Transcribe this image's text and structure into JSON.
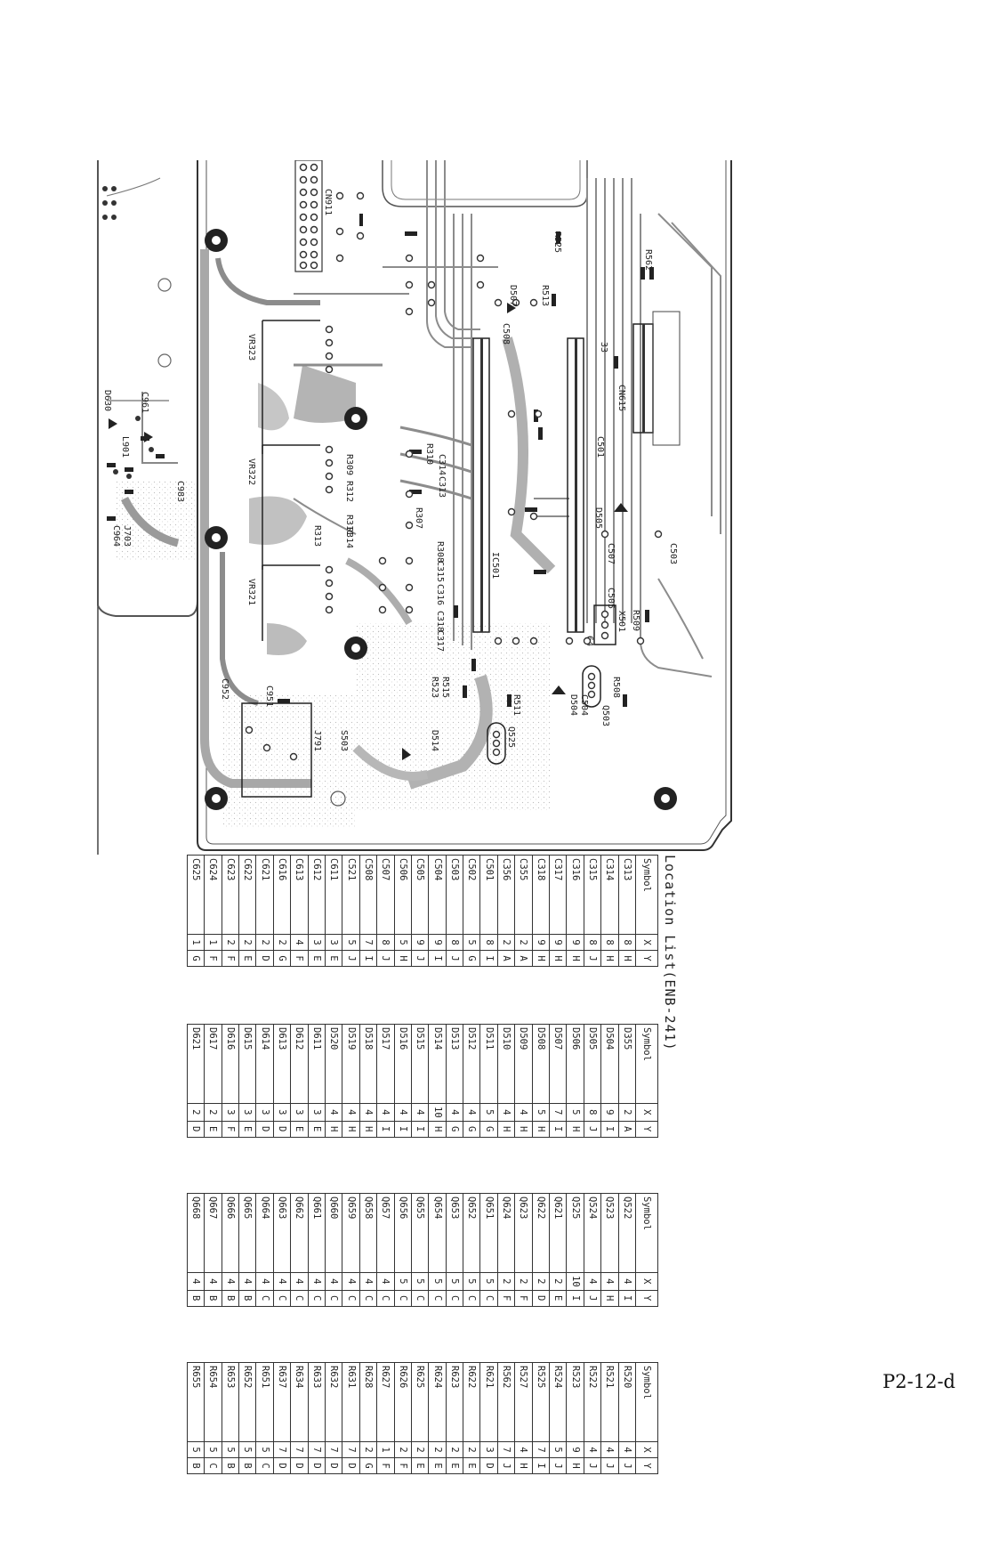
{
  "location_list": {
    "title": "Location List(ENB-241)",
    "headers": {
      "symbol": "Symbol",
      "x": "X",
      "y": "Y"
    },
    "tables": [
      {
        "rows": [
          [
            "C313",
            "8",
            "H"
          ],
          [
            "C314",
            "8",
            "H"
          ],
          [
            "C315",
            "8",
            "J"
          ],
          [
            "C316",
            "9",
            "H"
          ],
          [
            "C317",
            "9",
            "H"
          ],
          [
            "C318",
            "9",
            "H"
          ],
          [
            "C355",
            "2",
            "A"
          ],
          [
            "C356",
            "2",
            "A"
          ],
          [
            "C501",
            "8",
            "I"
          ],
          [
            "C502",
            "5",
            "G"
          ],
          [
            "C503",
            "8",
            "J"
          ],
          [
            "C504",
            "9",
            "I"
          ],
          [
            "C505",
            "9",
            "J"
          ],
          [
            "C506",
            "5",
            "H"
          ],
          [
            "C507",
            "8",
            "J"
          ],
          [
            "C508",
            "7",
            "I"
          ],
          [
            "C521",
            "5",
            "J"
          ],
          [
            "C611",
            "3",
            "E"
          ],
          [
            "C612",
            "3",
            "E"
          ],
          [
            "C613",
            "4",
            "F"
          ],
          [
            "C616",
            "2",
            "G"
          ],
          [
            "C621",
            "2",
            "D"
          ],
          [
            "C622",
            "2",
            "E"
          ],
          [
            "C623",
            "2",
            "F"
          ],
          [
            "C624",
            "1",
            "F"
          ],
          [
            "C625",
            "1",
            "G"
          ]
        ]
      },
      {
        "rows": [
          [
            "D355",
            "2",
            "A"
          ],
          [
            "D504",
            "9",
            "I"
          ],
          [
            "D505",
            "8",
            "J"
          ],
          [
            "D506",
            "5",
            "H"
          ],
          [
            "D507",
            "7",
            "I"
          ],
          [
            "D508",
            "5",
            "H"
          ],
          [
            "D509",
            "4",
            "H"
          ],
          [
            "D510",
            "4",
            "H"
          ],
          [
            "D511",
            "5",
            "G"
          ],
          [
            "D512",
            "4",
            "G"
          ],
          [
            "D513",
            "4",
            "G"
          ],
          [
            "D514",
            "10",
            "H"
          ],
          [
            "D515",
            "4",
            "I"
          ],
          [
            "D516",
            "4",
            "I"
          ],
          [
            "D517",
            "4",
            "I"
          ],
          [
            "D518",
            "4",
            "H"
          ],
          [
            "D519",
            "4",
            "H"
          ],
          [
            "D520",
            "4",
            "H"
          ],
          [
            "D611",
            "3",
            "E"
          ],
          [
            "D612",
            "3",
            "E"
          ],
          [
            "D613",
            "3",
            "D"
          ],
          [
            "D614",
            "3",
            "D"
          ],
          [
            "D615",
            "3",
            "E"
          ],
          [
            "D616",
            "3",
            "F"
          ],
          [
            "D617",
            "2",
            "E"
          ],
          [
            "D621",
            "2",
            "D"
          ]
        ]
      },
      {
        "rows": [
          [
            "Q522",
            "4",
            "I"
          ],
          [
            "Q523",
            "4",
            "H"
          ],
          [
            "Q524",
            "4",
            "J"
          ],
          [
            "Q525",
            "10",
            "I"
          ],
          [
            "Q621",
            "2",
            "E"
          ],
          [
            "Q622",
            "2",
            "D"
          ],
          [
            "Q623",
            "2",
            "F"
          ],
          [
            "Q624",
            "2",
            "F"
          ],
          [
            "Q651",
            "5",
            "C"
          ],
          [
            "Q652",
            "5",
            "C"
          ],
          [
            "Q653",
            "5",
            "C"
          ],
          [
            "Q654",
            "5",
            "C"
          ],
          [
            "Q655",
            "5",
            "C"
          ],
          [
            "Q656",
            "5",
            "C"
          ],
          [
            "Q657",
            "4",
            "C"
          ],
          [
            "Q658",
            "4",
            "C"
          ],
          [
            "Q659",
            "4",
            "C"
          ],
          [
            "Q660",
            "4",
            "C"
          ],
          [
            "Q661",
            "4",
            "C"
          ],
          [
            "Q662",
            "4",
            "C"
          ],
          [
            "Q663",
            "4",
            "C"
          ],
          [
            "Q664",
            "4",
            "C"
          ],
          [
            "Q665",
            "4",
            "B"
          ],
          [
            "Q666",
            "4",
            "B"
          ],
          [
            "Q667",
            "4",
            "B"
          ],
          [
            "Q668",
            "4",
            "B"
          ]
        ]
      },
      {
        "rows": [
          [
            "R520",
            "4",
            "J"
          ],
          [
            "R521",
            "4",
            "J"
          ],
          [
            "R522",
            "4",
            "J"
          ],
          [
            "R523",
            "9",
            "H"
          ],
          [
            "R524",
            "5",
            "J"
          ],
          [
            "R525",
            "7",
            "I"
          ],
          [
            "R527",
            "4",
            "H"
          ],
          [
            "R562",
            "7",
            "J"
          ],
          [
            "R621",
            "3",
            "D"
          ],
          [
            "R622",
            "2",
            "E"
          ],
          [
            "R623",
            "2",
            "E"
          ],
          [
            "R624",
            "2",
            "E"
          ],
          [
            "R625",
            "2",
            "E"
          ],
          [
            "R626",
            "2",
            "F"
          ],
          [
            "R627",
            "1",
            "F"
          ],
          [
            "R628",
            "2",
            "G"
          ],
          [
            "R631",
            "7",
            "D"
          ],
          [
            "R632",
            "7",
            "D"
          ],
          [
            "R633",
            "7",
            "D"
          ],
          [
            "R634",
            "7",
            "D"
          ],
          [
            "R637",
            "7",
            "D"
          ],
          [
            "R651",
            "5",
            "C"
          ],
          [
            "R652",
            "5",
            "B"
          ],
          [
            "R653",
            "5",
            "B"
          ],
          [
            "R654",
            "5",
            "C"
          ],
          [
            "R655",
            "5",
            "B"
          ]
        ]
      }
    ]
  },
  "board": {
    "labels": {
      "cn911": "CN911",
      "cn615": "CN615",
      "ic501": "IC501",
      "vr323": "VR323",
      "vr322": "VR322",
      "vr321": "VR321",
      "r525": "R525",
      "r562": "R562",
      "r513": "R513",
      "d507": "D507",
      "c508": "C508",
      "c501": "C501",
      "d505": "D505",
      "c507": "C507",
      "c503": "C503",
      "c505": "C505",
      "r509": "R509",
      "x501": "X501",
      "r508": "R508",
      "q503": "Q503",
      "c504": "C504",
      "d504": "D504",
      "q525": "Q525",
      "d514": "D514",
      "s503": "S503",
      "j791": "J791",
      "c951": "C951",
      "c952": "C952",
      "r515": "R515",
      "r523": "R523",
      "r511": "R511",
      "r310": "R310",
      "c314": "C314",
      "c313": "C313",
      "r309": "R309",
      "r312": "R312",
      "r311": "R311",
      "r307": "R307",
      "r308": "R308",
      "c315": "C315",
      "c316": "C316",
      "c318": "C318",
      "c317": "C317",
      "r314": "R314",
      "r313": "R313",
      "c961": "C961",
      "d630": "D630",
      "l901": "L901",
      "j703": "J703",
      "c964": "C964",
      "c983": "C983",
      "pin33": "33",
      "pin64": "64"
    }
  },
  "footer": {
    "page_code": "P2-12-d"
  }
}
